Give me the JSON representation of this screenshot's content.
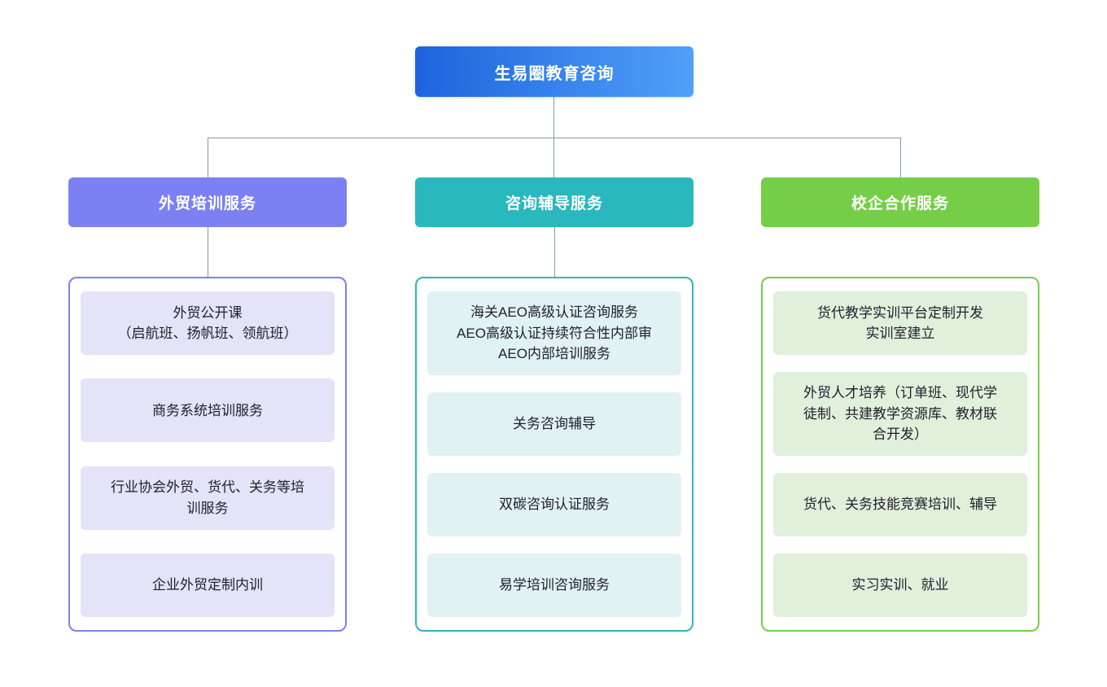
{
  "diagram_title": "生易圈教育咨询",
  "root": {
    "label": "生易圈教育咨询"
  },
  "colors": {
    "background": "#ffffff",
    "connector": "#8c96a1",
    "text_dark": "#21212e",
    "root_gradient_start": "#1e63dd",
    "root_gradient_end": "#4fa1f8"
  },
  "branches": [
    {
      "label": "外贸培训服务",
      "accent": "#7b80f2",
      "item_bg": "#e4e3f7",
      "items": [
        {
          "lines": [
            "外贸公开课",
            "（启航班、扬帆班、领航班）"
          ]
        },
        {
          "lines": [
            "商务系统培训服务"
          ]
        },
        {
          "lines": [
            "行业协会外贸、货代、关务等培",
            "训服务"
          ]
        },
        {
          "lines": [
            "企业外贸定制内训"
          ]
        }
      ]
    },
    {
      "label": "咨询辅导服务",
      "accent": "#29b8bd",
      "item_bg": "#e0f2f4",
      "items": [
        {
          "lines": [
            "海关AEO高级认证咨询服务",
            "AEO高级认证持续符合性内部审",
            "AEO内部培训服务"
          ]
        },
        {
          "lines": [
            "关务咨询辅导"
          ]
        },
        {
          "lines": [
            "双碳咨询认证服务"
          ]
        },
        {
          "lines": [
            "易学培训咨询服务"
          ]
        }
      ]
    },
    {
      "label": "校企合作服务",
      "accent": "#76ce48",
      "item_bg": "#e0f0db",
      "items": [
        {
          "lines": [
            "货代教学实训平台定制开发",
            "实训室建立"
          ]
        },
        {
          "lines": [
            "外贸人才培养（订单班、现代学",
            "徒制、共建教学资源库、教材联",
            "合开发）"
          ]
        },
        {
          "lines": [
            "货代、关务技能竞赛培训、辅导"
          ]
        },
        {
          "lines": [
            "实习实训、就业"
          ]
        }
      ]
    }
  ]
}
